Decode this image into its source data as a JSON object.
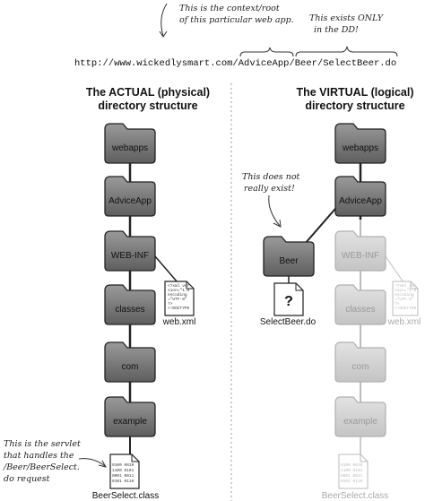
{
  "url": "http://www.wickedlysmart.com/AdviceApp/Beer/SelectBeer.do",
  "notes": {
    "context_root": [
      "This is the context/root",
      "of this particular web app."
    ],
    "dd_only": [
      "This exists ONLY",
      "in the DD!"
    ],
    "not_exist": [
      "This does not",
      "really exist!"
    ],
    "servlet": [
      "This is the servlet",
      "that handles the",
      "/Beer/BeerSelect.",
      "do request"
    ]
  },
  "actual": {
    "title_line1": "The ACTUAL (physical)",
    "title_line2": "directory structure",
    "folders": [
      "webapps",
      "AdviceApp",
      "WEB-INF",
      "classes",
      "com",
      "example"
    ],
    "web_xml": "web.xml",
    "class_file": "BeerSelect.class"
  },
  "virtual": {
    "title_line1": "The VIRTUAL (logical)",
    "title_line2": "directory structure",
    "folders": [
      "webapps",
      "AdviceApp",
      "Beer",
      "WEB-INF",
      "classes",
      "com",
      "example"
    ],
    "select_file": "SelectBeer.do",
    "select_glyph": "?",
    "web_xml": "web.xml",
    "class_file": "BeerSelect.class"
  },
  "xml_lines": [
    "<?xml ver",
    "sion=\"1.0\"",
    "encoding",
    "=\"UTF-8\"",
    "?>",
    "<!DOCTYPE"
  ],
  "binary_lines": [
    "0100 0010",
    "1100 0101",
    "0001 0011",
    "0101 0110"
  ],
  "colors": {
    "folder_dark": "#6e6e6e",
    "folder_mid": "#8c8c8c",
    "folder_light": "#d4d4d4",
    "ghost_stroke": "#b0b0b0"
  }
}
